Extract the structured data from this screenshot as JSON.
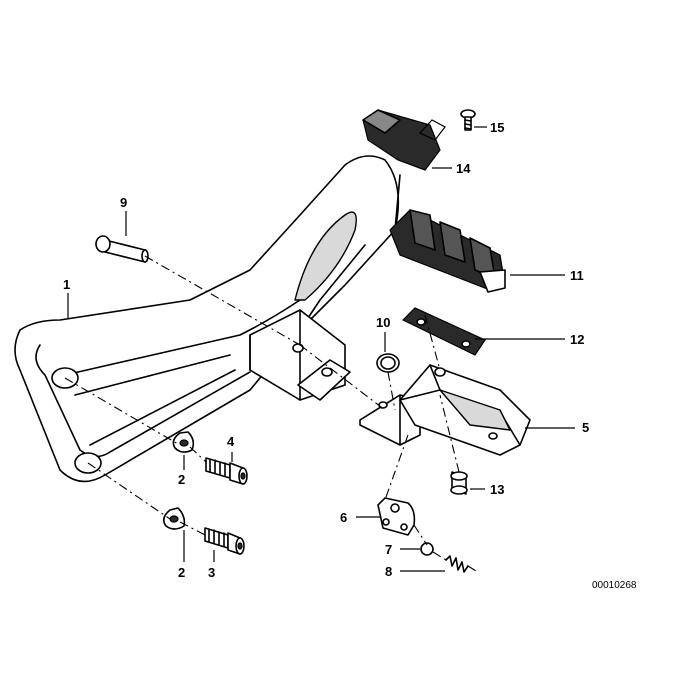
{
  "diagram": {
    "reference_number": "00010268",
    "callouts": {
      "c1": "1",
      "c2a": "2",
      "c2b": "2",
      "c3": "3",
      "c4": "4",
      "c5": "5",
      "c6": "6",
      "c7": "7",
      "c8": "8",
      "c9": "9",
      "c10": "10",
      "c11": "11",
      "c12": "12",
      "c13": "13",
      "c14": "14",
      "c15": "15"
    }
  }
}
